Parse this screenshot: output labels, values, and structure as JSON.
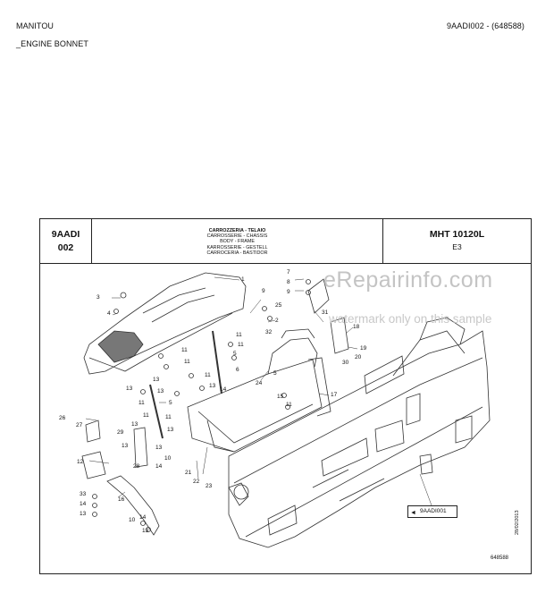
{
  "header": {
    "brand": "MANITOU",
    "doc_ref": "9AADI002 - (648588)",
    "section": "_ENGINE BONNET"
  },
  "sheet": {
    "code_line1": "9AADI",
    "code_line2": "002",
    "descriptions": [
      "CARROZZERIA - TELAIO",
      "CARROSSERIE - CHASSIS",
      "BODY - FRAME",
      "KARROSSERIE - GESTELL",
      "CARROCERIA - BASTIDOR"
    ],
    "model": "MHT 10120L",
    "variant": "E3",
    "ref_box_label": "9AADI001",
    "sheet_number": "648588",
    "vertical_code": "28/02/2013"
  },
  "watermark": {
    "site": "eRepairinfo.com",
    "note": "watermark only on this sample"
  },
  "callouts": [
    "1",
    "2",
    "3",
    "4",
    "5",
    "6",
    "7",
    "8",
    "9",
    "10",
    "11",
    "12",
    "13",
    "14",
    "15",
    "16",
    "17",
    "18",
    "19",
    "20",
    "21",
    "22",
    "23",
    "24",
    "25",
    "26",
    "27",
    "28",
    "29",
    "30",
    "31",
    "32",
    "33"
  ]
}
